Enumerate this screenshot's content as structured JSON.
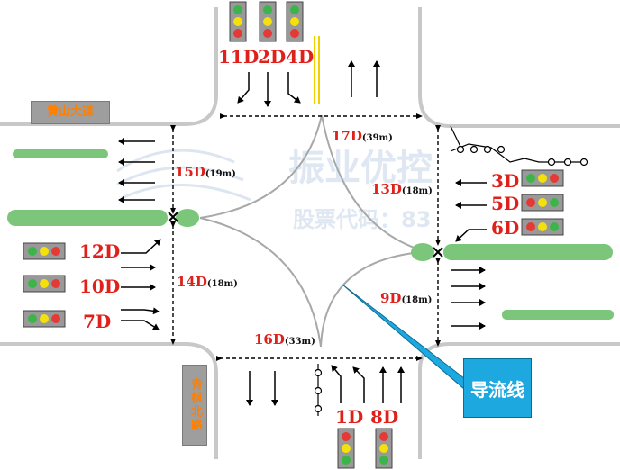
{
  "roads": {
    "west_road_name": "黄山大道",
    "south_road_name": "青枫北路"
  },
  "phases": {
    "p11d": "11D",
    "p2d": "2D",
    "p4d": "4D",
    "p3d": "3D",
    "p5d": "5D",
    "p6d": "6D",
    "p12d": "12D",
    "p10d": "10D",
    "p7d": "7D",
    "p1d": "1D",
    "p8d": "8D"
  },
  "crosswalks": {
    "c17": {
      "phase": "17D",
      "dist": "(39m)"
    },
    "c15": {
      "phase": "15D",
      "dist": "(19m)"
    },
    "c13": {
      "phase": "13D",
      "dist": "(18m)"
    },
    "c14": {
      "phase": "14D",
      "dist": "(18m)"
    },
    "c9": {
      "phase": "9D",
      "dist": "(18m)"
    },
    "c16": {
      "phase": "16D",
      "dist": "(33m)"
    }
  },
  "callout": {
    "label": "导流线"
  },
  "watermark": {
    "line1": "振业优控",
    "line2": "股票代码：83"
  },
  "colors": {
    "green_island": "#7bc67a",
    "red_label": "#e0201b",
    "callout_bg": "#1ea8e0"
  }
}
